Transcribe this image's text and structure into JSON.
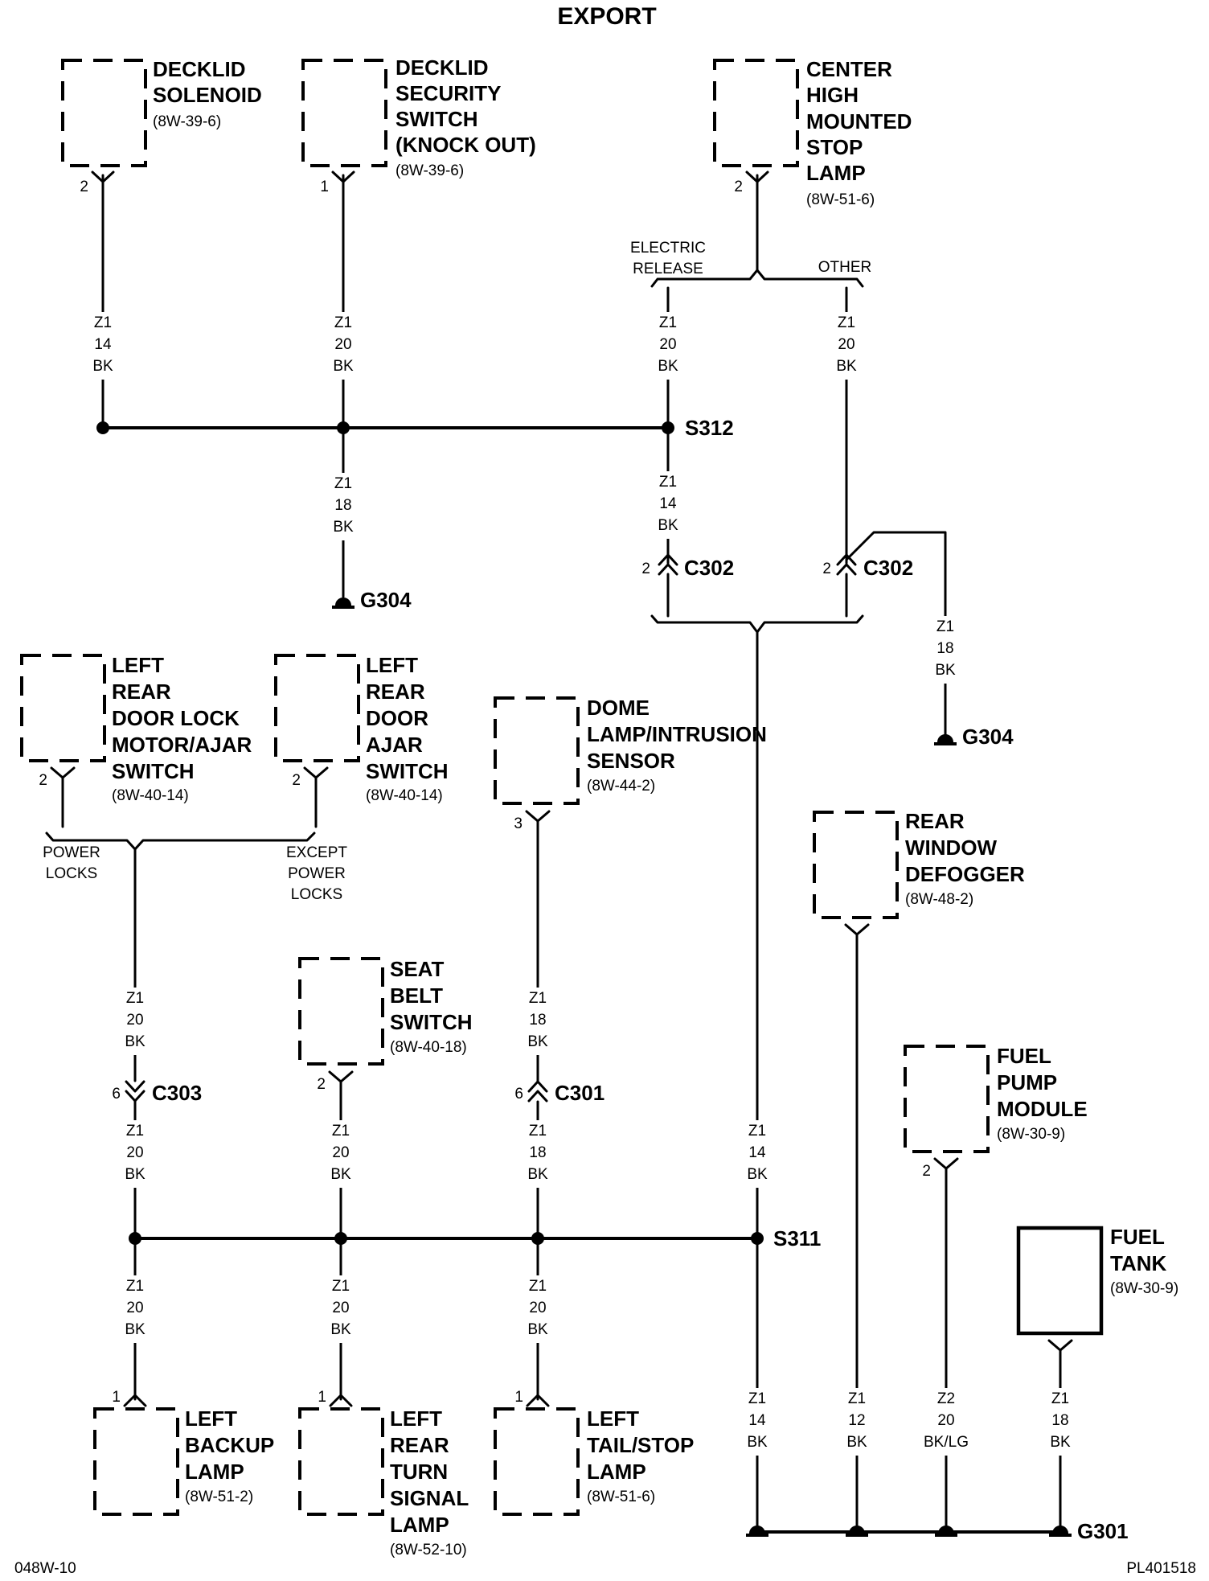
{
  "title": "EXPORT",
  "footer": {
    "left": "048W-10",
    "right": "PL401518"
  },
  "components": {
    "decklid_solenoid": {
      "lines": [
        "DECKLID",
        "SOLENOID"
      ],
      "ref": "(8W-39-6)",
      "pin": "2"
    },
    "decklid_security_switch": {
      "lines": [
        "DECKLID",
        "SECURITY",
        "SWITCH",
        "(KNOCK OUT)"
      ],
      "ref": "(8W-39-6)",
      "pin": "1"
    },
    "chmsl": {
      "lines": [
        "CENTER",
        "HIGH",
        "MOUNTED",
        "STOP",
        "LAMP"
      ],
      "ref": "(8W-51-6)",
      "pin": "2"
    },
    "left_rear_door_lock_motor": {
      "lines": [
        "LEFT",
        "REAR",
        "DOOR LOCK",
        "MOTOR/AJAR",
        "SWITCH"
      ],
      "ref": "(8W-40-14)",
      "pin": "2"
    },
    "left_rear_door_ajar_switch": {
      "lines": [
        "LEFT",
        "REAR",
        "DOOR",
        "AJAR",
        "SWITCH"
      ],
      "ref": "(8W-40-14)",
      "pin": "2"
    },
    "dome_lamp": {
      "lines": [
        "DOME",
        "LAMP/INTRUSION",
        "SENSOR"
      ],
      "ref": "(8W-44-2)",
      "pin": "3"
    },
    "rear_window_defogger": {
      "lines": [
        "REAR",
        "WINDOW",
        "DEFOGGER"
      ],
      "ref": "(8W-48-2)"
    },
    "seat_belt_switch": {
      "lines": [
        "SEAT",
        "BELT",
        "SWITCH"
      ],
      "ref": "(8W-40-18)",
      "pin": "2"
    },
    "fuel_pump_module": {
      "lines": [
        "FUEL",
        "PUMP",
        "MODULE"
      ],
      "ref": "(8W-30-9)",
      "pin": "2"
    },
    "fuel_tank": {
      "lines": [
        "FUEL",
        "TANK"
      ],
      "ref": "(8W-30-9)"
    },
    "left_backup_lamp": {
      "lines": [
        "LEFT",
        "BACKUP",
        "LAMP"
      ],
      "ref": "(8W-51-2)",
      "pin": "1"
    },
    "left_rear_turn_lamp": {
      "lines": [
        "LEFT",
        "REAR",
        "TURN",
        "SIGNAL",
        "LAMP"
      ],
      "ref": "(8W-52-10)",
      "pin": "1"
    },
    "left_tail_stop_lamp": {
      "lines": [
        "LEFT",
        "TAIL/STOP",
        "LAMP"
      ],
      "ref": "(8W-51-6)",
      "pin": "1"
    }
  },
  "branches": {
    "electric_release": [
      "ELECTRIC",
      "RELEASE"
    ],
    "other": [
      "OTHER"
    ],
    "power_locks": [
      "POWER",
      "LOCKS"
    ],
    "except_power_locks": [
      "EXCEPT",
      "POWER",
      "LOCKS"
    ]
  },
  "splices": {
    "s312": "S312",
    "s311": "S311"
  },
  "grounds": {
    "g304_top": "G304",
    "g304_right": "G304",
    "g301": "G301"
  },
  "connectors": {
    "c302_left": {
      "name": "C302",
      "pin": "2"
    },
    "c302_right": {
      "name": "C302",
      "pin": "2"
    },
    "c303": {
      "name": "C303",
      "pin": "6"
    },
    "c301": {
      "name": "C301",
      "pin": "6"
    }
  },
  "wires": {
    "w_solenoid": [
      "Z1",
      "14",
      "BK"
    ],
    "w_security": [
      "Z1",
      "20",
      "BK"
    ],
    "w_electric": [
      "Z1",
      "20",
      "BK"
    ],
    "w_other": [
      "Z1",
      "20",
      "BK"
    ],
    "w_g304_top": [
      "Z1",
      "18",
      "BK"
    ],
    "w_s312_c302": [
      "Z1",
      "14",
      "BK"
    ],
    "w_g304_right": [
      "Z1",
      "18",
      "BK"
    ],
    "w_locks_upper": [
      "Z1",
      "20",
      "BK"
    ],
    "w_dome_upper": [
      "Z1",
      "18",
      "BK"
    ],
    "w_locks_lower": [
      "Z1",
      "20",
      "BK"
    ],
    "w_seat": [
      "Z1",
      "20",
      "BK"
    ],
    "w_dome_lower": [
      "Z1",
      "18",
      "BK"
    ],
    "w_main_s311": [
      "Z1",
      "14",
      "BK"
    ],
    "w_backup": [
      "Z1",
      "20",
      "BK"
    ],
    "w_turn": [
      "Z1",
      "20",
      "BK"
    ],
    "w_tail": [
      "Z1",
      "20",
      "BK"
    ],
    "w_s311_g301": [
      "Z1",
      "14",
      "BK"
    ],
    "w_defogger": [
      "Z1",
      "12",
      "BK"
    ],
    "w_fuel_pump": [
      "Z2",
      "20",
      "BK/LG"
    ],
    "w_fuel_tank": [
      "Z1",
      "18",
      "BK"
    ]
  }
}
